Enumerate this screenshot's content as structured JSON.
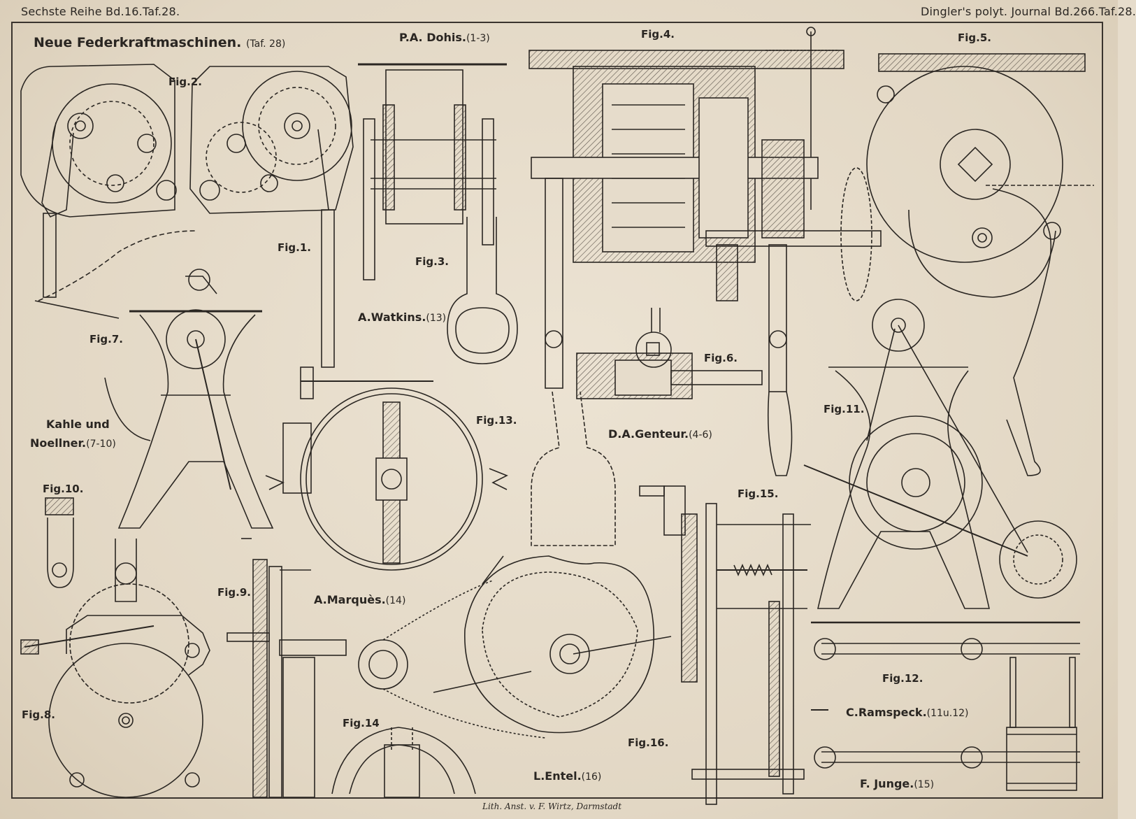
{
  "header": {
    "left": "Sechste Reihe Bd.16.Taf.28.",
    "right": "Dingler's polyt. Journal Bd.266.Taf.28."
  },
  "title": {
    "main": "Neue Federkraftmaschinen.",
    "ref": "(Taf. 28)"
  },
  "figures": {
    "fig1": "Fig.1.",
    "fig2": "Fig.2.",
    "fig3": "Fig.3.",
    "fig4": "Fig.4.",
    "fig5": "Fig.5.",
    "fig6": "Fig.6.",
    "fig7": "Fig.7.",
    "fig8": "Fig.8.",
    "fig9": "Fig.9.",
    "fig10": "Fig.10.",
    "fig11": "Fig.11.",
    "fig12": "Fig.12.",
    "fig13": "Fig.13.",
    "fig14": "Fig.14",
    "fig15": "Fig.15.",
    "fig16": "Fig.16."
  },
  "authors": {
    "dohis": "P.A. Dohis.",
    "dohis_ref": "(1-3)",
    "watkins": "A.Watkins.",
    "watkins_ref": "(13)",
    "kahle1": "Kahle und",
    "kahle2": "Noellner.",
    "kahle_ref": "(7-10)",
    "genteur": "D.A.Genteur.",
    "genteur_ref": "(4-6)",
    "marques": "A.Marquès.",
    "marques_ref": "(14)",
    "entel": "L.Entel.",
    "entel_ref": "(16)",
    "ramspeck": "C.Ramspeck.",
    "ramspeck_ref": "(11u.12)",
    "junge": "F. Junge.",
    "junge_ref": "(15)"
  },
  "credit": "Lith. Anst. v. F. Wirtz, Darmstadt",
  "colors": {
    "paper": "#e6dccb",
    "ink": "#2a2622",
    "hatch": "#5a524a"
  }
}
